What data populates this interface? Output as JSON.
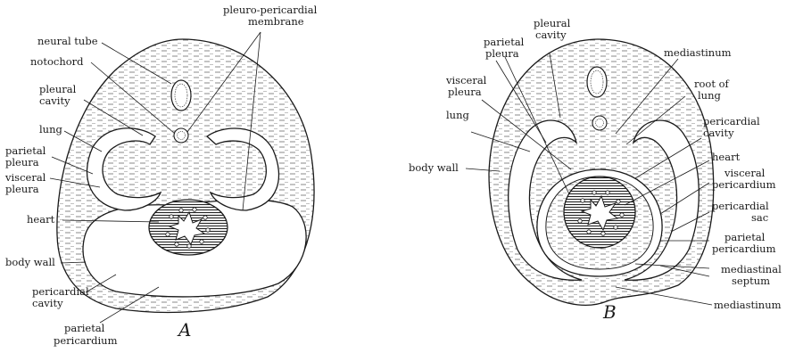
{
  "figure_a": {
    "letter": "A",
    "labels": {
      "neural_tube": "neural tube",
      "notochord": "notochord",
      "pleural_cavity": [
        "pleural",
        "cavity"
      ],
      "lung": "lung",
      "parietal_pleura": [
        "parietal",
        "pleura"
      ],
      "visceral_pleura": [
        "visceral",
        "pleura"
      ],
      "heart": "heart",
      "body_wall": "body wall",
      "pericardial_cavity": [
        "pericardial",
        "cavity"
      ],
      "parietal_pericardium": [
        "parietal",
        "pericardium"
      ],
      "pleuro_pericardial_membrane": [
        "pleuro-pericardial",
        "membrane"
      ]
    }
  },
  "figure_b": {
    "letter": "B",
    "labels": {
      "parietal_pleura": [
        "parietal",
        "pleura"
      ],
      "pleural_cavity": [
        "pleural",
        "cavity"
      ],
      "visceral_pleura": [
        "visceral",
        "pleura"
      ],
      "lung": "lung",
      "body_wall": "body wall",
      "mediastinum_top": "mediastinum",
      "root_of_lung": [
        "root of",
        "lung"
      ],
      "pericardial_cavity": [
        "pericardial",
        "cavity"
      ],
      "heart": "heart",
      "visceral_pericardium": [
        "visceral",
        "pericardium"
      ],
      "pericardial_sac": [
        "pericardial",
        "sac"
      ],
      "parietal_pericardium": [
        "parietal",
        "pericardium"
      ],
      "mediastinal_septum": [
        "mediastinal",
        "septum"
      ],
      "mediastinum_bottom": "mediastinum"
    }
  }
}
